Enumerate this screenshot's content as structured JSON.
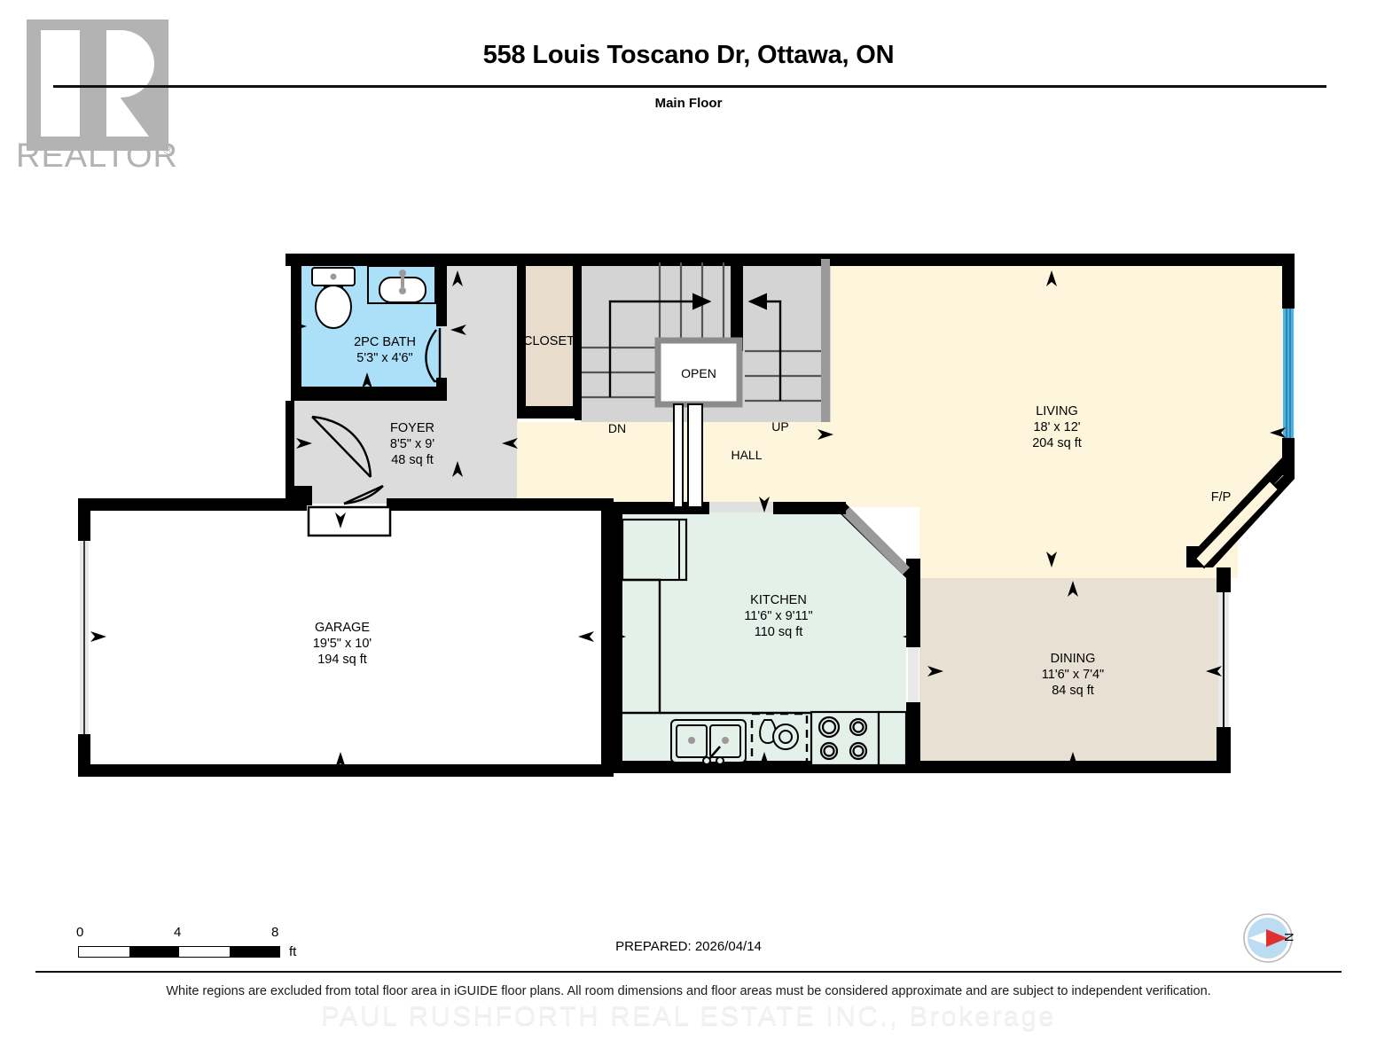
{
  "header": {
    "logo_text": "REALTOR",
    "logo_mark": "R",
    "title": "558 Louis Toscano Dr, Ottawa, ON",
    "floor_label": "Main Floor"
  },
  "footer": {
    "scale": {
      "min": "0",
      "mid": "4",
      "max": "8",
      "unit": "ft"
    },
    "prepared": "PREPARED: 2026/04/14",
    "compass_label": "N",
    "disclaimer": "White regions are excluded from total floor area in iGUIDE floor plans. All room dimensions and floor areas must be considered approximate and are subject to independent verification.",
    "watermark": "PAUL RUSHFORTH REAL ESTATE INC.,  Brokerage"
  },
  "colors": {
    "wall": "#000000",
    "living": "#fdf6dd",
    "dining": "#e8e0d3",
    "kitchen": "#e4f0ea",
    "bath": "#ace0f9",
    "foyer": "#dcdcdc",
    "closet": "#e8ddcd",
    "garage": "#ffffff",
    "window": "#4ab3e8",
    "interior_wall": "#8c8c8c"
  },
  "rooms": [
    {
      "id": "bath",
      "name": "2PC BATH",
      "dims": "5'3\" x 4'6\"",
      "area": ""
    },
    {
      "id": "foyer",
      "name": "FOYER",
      "dims": "8'5\" x 9'",
      "area": "48 sq ft"
    },
    {
      "id": "closet",
      "name": "CLOSET",
      "dims": "",
      "area": ""
    },
    {
      "id": "living",
      "name": "LIVING",
      "dims": "18' x 12'",
      "area": "204 sq ft"
    },
    {
      "id": "kitchen",
      "name": "KITCHEN",
      "dims": "11'6\" x 9'11\"",
      "area": "110 sq ft"
    },
    {
      "id": "dining",
      "name": "DINING",
      "dims": "11'6\" x 7'4\"",
      "area": "84 sq ft"
    },
    {
      "id": "garage",
      "name": "GARAGE",
      "dims": "19'5\" x 10'",
      "area": "194 sq ft"
    }
  ],
  "annotations": {
    "stair_open": "OPEN",
    "stair_down": "DN",
    "stair_up": "UP",
    "hall": "HALL",
    "fireplace": "F/P"
  }
}
